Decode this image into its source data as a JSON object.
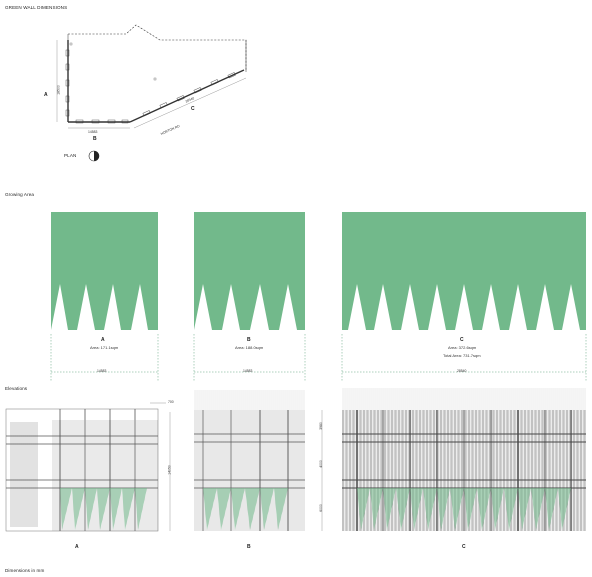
{
  "title": "GREEN WALL DIMENSIONS",
  "plan": {
    "label": "PLAN",
    "side_a": "A",
    "side_b": "B",
    "side_c": "C",
    "dim_vertical": "18500",
    "dim_b": "14583",
    "dim_c": "28540",
    "street": "HORTON RD"
  },
  "growing_area": {
    "heading": "Growing Area",
    "panels": [
      {
        "letter": "A",
        "area": "Area: 171.1sqm",
        "dim": "14583"
      },
      {
        "letter": "B",
        "area": "Area: 188.0sqm",
        "dim": "14583"
      },
      {
        "letter": "C",
        "area": "Area: 372.6sqm",
        "total": "Total Area: 731.7sqm",
        "dim": "28540"
      }
    ]
  },
  "elevations": {
    "heading": "Elevations",
    "dim_top": "700",
    "dim_height": "14050",
    "dims_c": [
      "3980",
      "4000",
      "6000"
    ],
    "labels": [
      "A",
      "B",
      "C"
    ]
  },
  "footer": "Dimensions in mm",
  "colors": {
    "green": "#72b98b",
    "line": "#444444",
    "dashed": "#5aa07a"
  }
}
